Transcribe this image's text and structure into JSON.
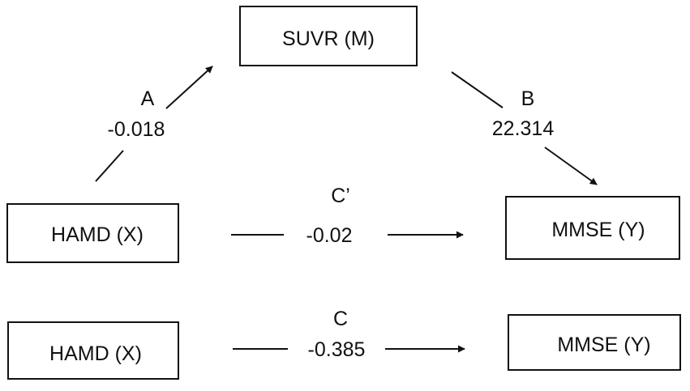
{
  "diagram": {
    "nodes": {
      "mediator": "SUVR (M)",
      "x_top": "HAMD (X)",
      "y_top": "MMSE (Y)",
      "x_bottom": "HAMD (X)",
      "y_bottom": "MMSE (Y)"
    },
    "paths": {
      "a": {
        "label": "A",
        "value": "-0.018"
      },
      "b": {
        "label": "B",
        "value": "22.314"
      },
      "c_prime": {
        "label": "C’",
        "value": "-0.02"
      },
      "c": {
        "label": "C",
        "value": "-0.385"
      }
    },
    "colors": {
      "stroke": "#111111",
      "text": "#111111",
      "background": "#ffffff"
    }
  }
}
